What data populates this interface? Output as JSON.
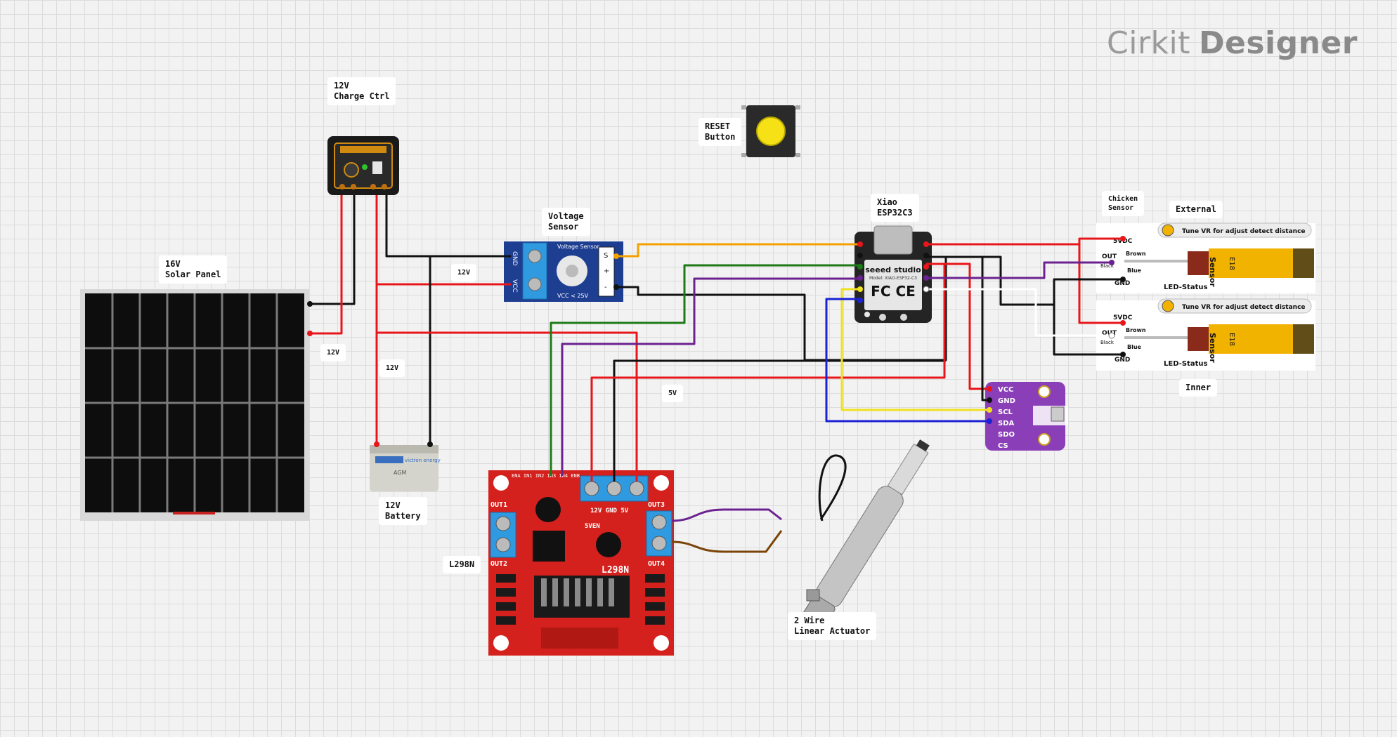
{
  "app": {
    "brand_name": "Cirkit",
    "brand_product": "Designer"
  },
  "labels": {
    "charge_ctrl": "12V\nCharge Ctrl",
    "reset_button": "RESET\nButton",
    "voltage_sensor": "Voltage\nSensor",
    "xiao": "Xiao\nESP32C3",
    "chicken_sensor": "Chicken\nSensor",
    "external": "External",
    "inner": "Inner",
    "solar_panel": "16V\nSolar Panel",
    "battery": "12V\nBattery",
    "l298n": "L298N",
    "actuator": "2 Wire\nLinear Actuator",
    "wire_12v_a": "12V",
    "wire_12v_b": "12V",
    "wire_12v_c": "12V",
    "wire_5v": "5V"
  },
  "components": {
    "voltage_sensor": {
      "title": "Voltage Sensor",
      "pins_left": [
        "GND",
        "VCC"
      ],
      "pins_right": [
        "S",
        "+",
        "-"
      ],
      "note": "VCC < 25V"
    },
    "xiao": {
      "brand": "seeed studio",
      "model": "Model: XIAO-ESP32-C3",
      "cert": "FC CE"
    },
    "bme": {
      "pins": [
        "VCC",
        "GND",
        "SCL",
        "SDA",
        "SDO",
        "CS"
      ]
    },
    "prox_sensor": {
      "note": "Tune VR for adjust detect distance",
      "pin_5v": "5VDC",
      "pin_out": "OUT",
      "pin_gnd": "GND",
      "wire_brown": "Brown",
      "wire_black": "Black",
      "wire_blue": "Blue",
      "body_text": "Sensor",
      "model": "E18",
      "status": "LED-Status"
    },
    "l298n": {
      "header": "ENA IN1 IN2 IN3 IN4 ENB",
      "out1": "OUT1",
      "out2": "OUT2",
      "out3": "OUT3",
      "out4": "OUT4",
      "power": "12V GND 5V",
      "en": "5VEN",
      "chip": "L298N"
    },
    "battery": {
      "brand": "victron energy",
      "model": "AGM"
    }
  },
  "colors": {
    "red": "#e8161b",
    "black": "#111111",
    "orange": "#f4a000",
    "green": "#1d7a16",
    "purple": "#6b2290",
    "yellow": "#f0e020",
    "blue": "#1b22d4",
    "white": "#ffffff",
    "brown": "#7a4408",
    "board_red": "#d5211d",
    "terminal_blue": "#2f9ae0",
    "sensor_yellow": "#f2b200"
  }
}
